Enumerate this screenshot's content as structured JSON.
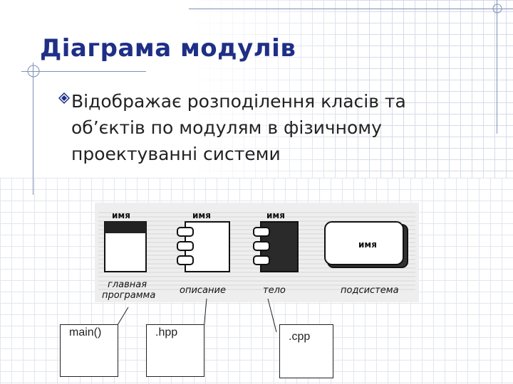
{
  "slide": {
    "title": "Діаграма модулів",
    "bullet": {
      "line1": "Відображає розподілення класів та",
      "line2": "об’єктів по модулям в фізичному",
      "line3": "проектуванні системи"
    }
  },
  "diagram": {
    "module_names": [
      "имя",
      "имя",
      "имя",
      "имя"
    ],
    "captions": {
      "main_line1": "главная",
      "main_line2": "программа",
      "spec": "описание",
      "body": "тело",
      "subsystem": "подсистема"
    },
    "callouts": [
      "main()",
      ".hpp",
      ".cpp"
    ]
  },
  "colors": {
    "title": "#1f2f86",
    "accent_line": "#7f8fb8"
  }
}
